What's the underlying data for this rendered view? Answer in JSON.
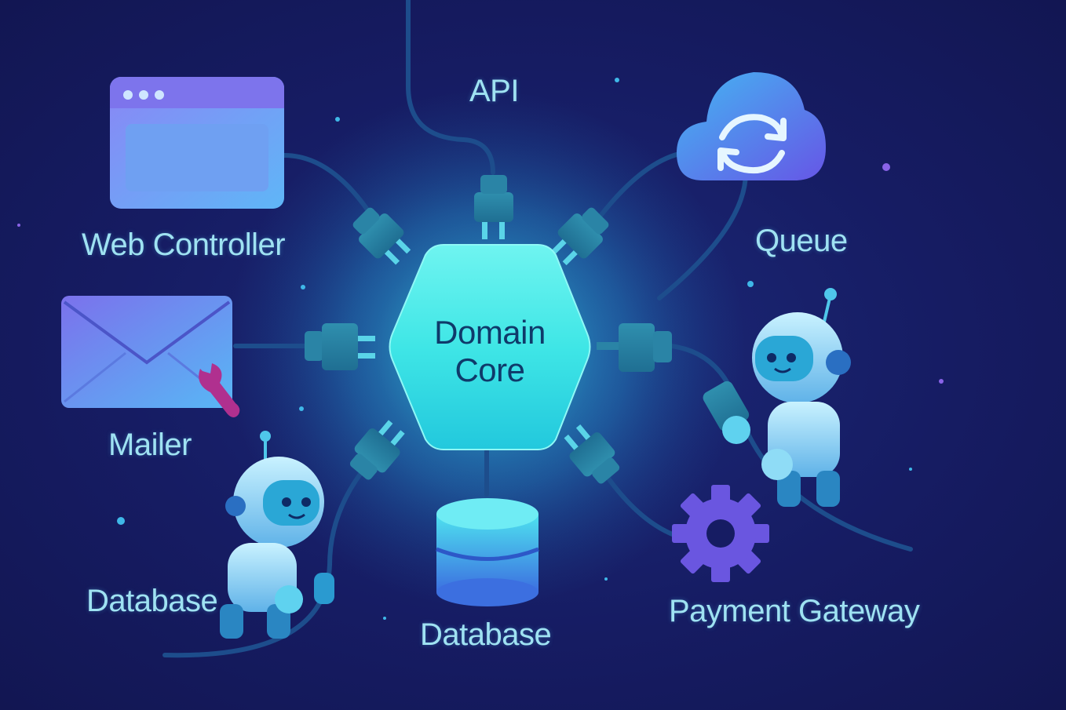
{
  "core": {
    "line1": "Domain",
    "line2": "Core"
  },
  "labels": {
    "api": "API",
    "web_controller": "Web Controller",
    "queue": "Queue",
    "mailer": "Mailer",
    "database_left": "Database",
    "database_center": "Database",
    "payment_gateway": "Payment Gateway"
  },
  "colors": {
    "background": "#141a5e",
    "core_fill": "#3fe8e8",
    "label_text": "#9fe2f2",
    "core_text": "#0f3a6a",
    "cable": "#1d4d8c",
    "plug": "#2a8fb0",
    "accent_purple": "#7a63e8",
    "accent_magenta": "#b0308f"
  },
  "icons": [
    "browser-window-icon",
    "envelope-icon",
    "wrench-icon",
    "cloud-sync-icon",
    "database-icon",
    "gear-icon",
    "robot-icon",
    "plug-icon"
  ]
}
